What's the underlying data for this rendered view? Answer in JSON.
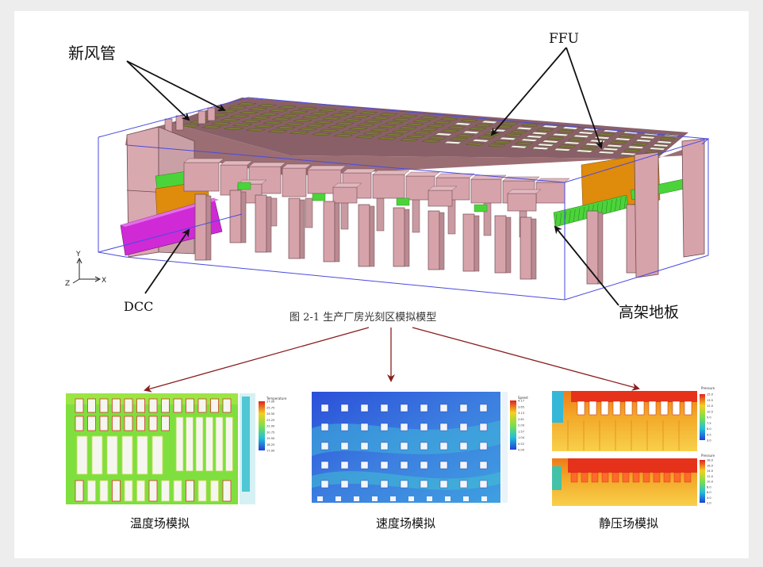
{
  "annotations": {
    "fresh_air_duct": "新风管",
    "ffu": "FFU",
    "dcc": "DCC",
    "raised_floor": "高架地板"
  },
  "axes": {
    "y": "Y",
    "x": "X",
    "z": "Z"
  },
  "figure_caption": "图 2-1 生产厂房光刻区模拟模型",
  "panels": [
    {
      "label": "温度场模拟",
      "legend_title": "Temperature",
      "legend_values": [
        "27.00",
        "25.75",
        "24.50",
        "23.25",
        "22.00",
        "20.75",
        "19.50",
        "18.25",
        "17.00"
      ]
    },
    {
      "label": "速度场模拟",
      "legend_title": "Speed",
      "legend_values": [
        "4.17",
        "3.65",
        "3.13",
        "2.61",
        "2.09",
        "1.57",
        "1.04",
        "0.52",
        "0.00"
      ]
    },
    {
      "label": "静压场模拟",
      "legend_title": "Pressure",
      "legend_values": [
        "15.0",
        "13.5",
        "12.0",
        "10.5",
        "9.0",
        "7.5",
        "6.0",
        "4.5",
        "3.0"
      ],
      "legend_values_lower": [
        "18.0",
        "16.0",
        "14.0",
        "12.0",
        "10.0",
        "8.0",
        "6.0",
        "4.0",
        "2.0"
      ]
    }
  ],
  "colors": {
    "frame": "#4a4ae0",
    "column": "#d7a3ab",
    "roof": "#8a6068",
    "ffu": "#7b7a36",
    "green": "#4bd439",
    "orange": "#df8b0c",
    "magenta": "#cf2ad6",
    "arrow": "#8a1e1e"
  }
}
